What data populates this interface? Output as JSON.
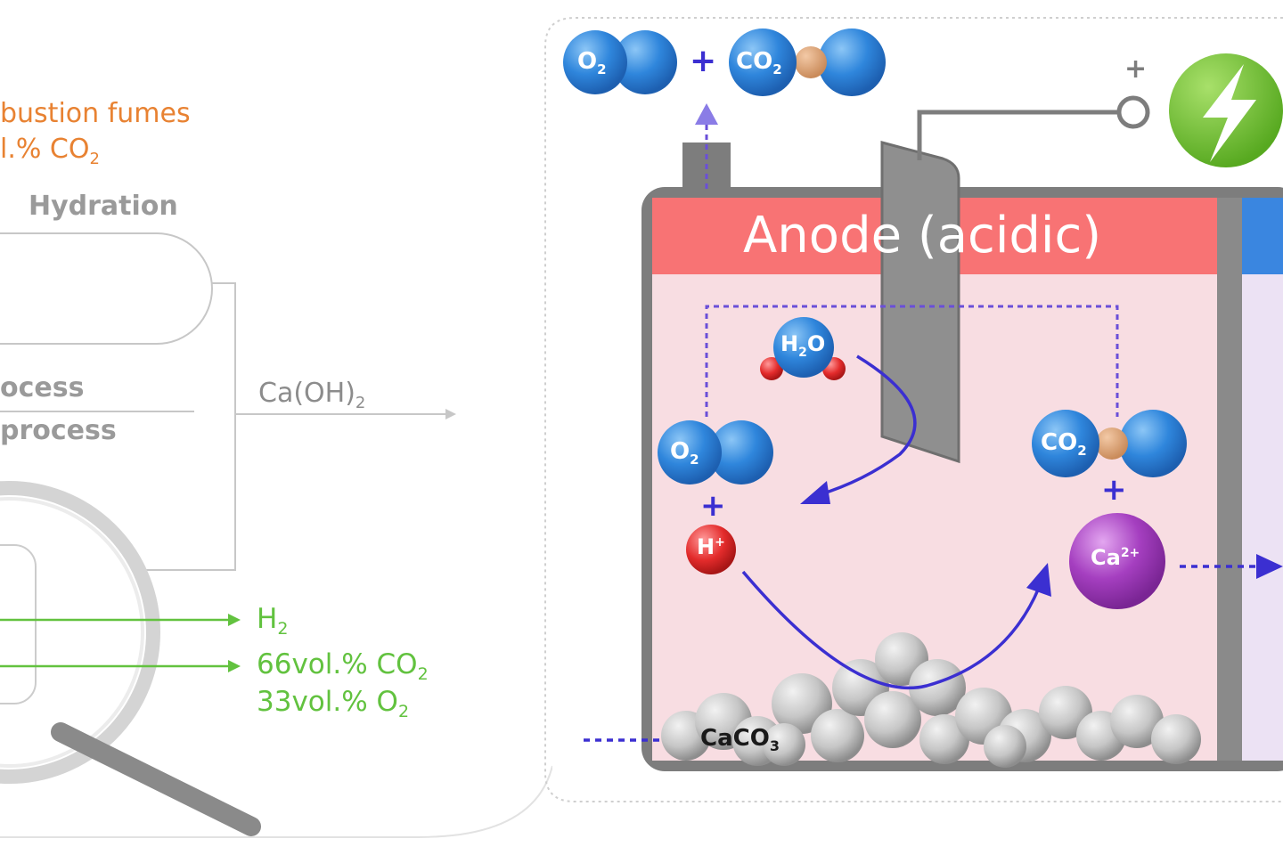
{
  "left": {
    "fumes_line1": "bustion fumes",
    "fumes_line2": "l.% CO",
    "fumes_line2_sub": "2",
    "hydration": "Hydration",
    "process_top": "ocess",
    "process_bottom": "process",
    "caoh2": "Ca(OH)",
    "caoh2_sub": "2",
    "h2": "H",
    "h2_sub": "2",
    "co2_out": "66vol.% CO",
    "co2_out_sub": "2",
    "o2_out": "33vol.% O",
    "o2_out_sub": "2"
  },
  "cell": {
    "anode_label": "Anode (acidic)",
    "caco3": "CaCO",
    "caco3_sub": "3",
    "terminal_sign": "+"
  },
  "molecules": {
    "top_o2": "O",
    "top_o2_sub": "2",
    "top_plus": "+",
    "top_co2": "CO",
    "top_co2_sub": "2",
    "h2o": "H",
    "h2o_sub": "2",
    "h2o_tail": "O",
    "o2": "O",
    "o2_sub": "2",
    "h_plus": "H",
    "h_plus_sup": "+",
    "co2": "CO",
    "co2_sub": "2",
    "ca": "Ca",
    "ca_sup": "2+",
    "plus": "+"
  },
  "colors": {
    "orange": "#e88232",
    "green": "#62c23f",
    "anode_band": "#f87374",
    "electrolyte": "#f8dde2",
    "cathode_band": "#3a86e0",
    "arrow_blue": "#3b2fd1",
    "dotted_purple": "#6a4fd8",
    "molecule_blue": "#2f86dc",
    "calcium_purple": "#a53fc0",
    "proton_red": "#e32b2b"
  }
}
